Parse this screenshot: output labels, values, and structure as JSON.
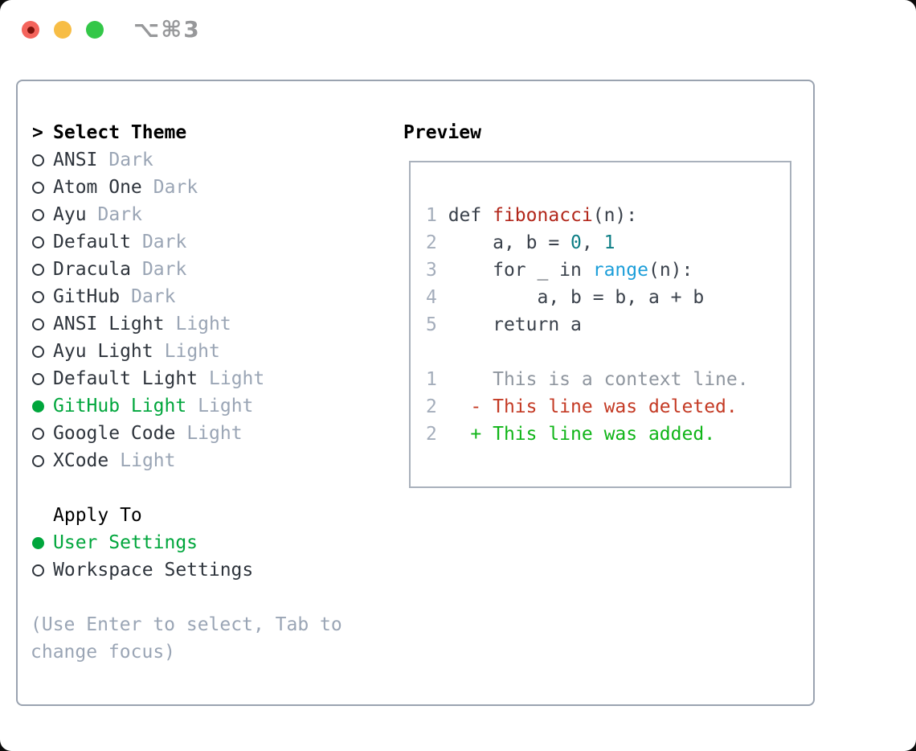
{
  "window": {
    "shortcut_label": "⌥⌘3"
  },
  "theme_panel": {
    "pointer": ">",
    "header": "Select Theme",
    "themes": [
      {
        "name": "ANSI",
        "variant": "Dark",
        "selected": false
      },
      {
        "name": "Atom One",
        "variant": "Dark",
        "selected": false
      },
      {
        "name": "Ayu",
        "variant": "Dark",
        "selected": false
      },
      {
        "name": "Default",
        "variant": "Dark",
        "selected": false
      },
      {
        "name": "Dracula",
        "variant": "Dark",
        "selected": false
      },
      {
        "name": "GitHub",
        "variant": "Dark",
        "selected": false
      },
      {
        "name": "ANSI Light",
        "variant": "Light",
        "selected": false
      },
      {
        "name": "Ayu Light",
        "variant": "Light",
        "selected": false
      },
      {
        "name": "Default Light",
        "variant": "Light",
        "selected": false
      },
      {
        "name": "GitHub Light",
        "variant": "Light",
        "selected": true
      },
      {
        "name": "Google Code",
        "variant": "Light",
        "selected": false
      },
      {
        "name": "XCode",
        "variant": "Light",
        "selected": false
      }
    ],
    "apply_header": "Apply To",
    "apply_options": [
      {
        "name": "User Settings",
        "selected": true
      },
      {
        "name": "Workspace Settings",
        "selected": false
      }
    ],
    "help_text": "(Use Enter to select, Tab to change focus)"
  },
  "preview_panel": {
    "header": "Preview",
    "lines": [
      {
        "num": "1",
        "tokens": [
          {
            "text": " def ",
            "style": "code"
          },
          {
            "text": "fibonacci",
            "style": "func"
          },
          {
            "text": "(n):",
            "style": "code"
          }
        ]
      },
      {
        "num": "2",
        "tokens": [
          {
            "text": "     a, b = ",
            "style": "code"
          },
          {
            "text": "0",
            "style": "num"
          },
          {
            "text": ", ",
            "style": "code"
          },
          {
            "text": "1",
            "style": "num"
          }
        ]
      },
      {
        "num": "3",
        "tokens": [
          {
            "text": "     for _ in ",
            "style": "code"
          },
          {
            "text": "range",
            "style": "builtin"
          },
          {
            "text": "(n):",
            "style": "code"
          }
        ]
      },
      {
        "num": "4",
        "tokens": [
          {
            "text": "         a, b = b, a + b",
            "style": "code"
          }
        ]
      },
      {
        "num": "5",
        "tokens": [
          {
            "text": "     return a",
            "style": "code"
          }
        ]
      },
      {
        "num": "",
        "tokens": []
      },
      {
        "num": "1",
        "tokens": [
          {
            "text": "     This is a context line.",
            "style": "context"
          }
        ]
      },
      {
        "num": "2",
        "tokens": [
          {
            "text": "   - This line was deleted.",
            "style": "deleted"
          }
        ]
      },
      {
        "num": "2",
        "tokens": [
          {
            "text": "   + This line was added.",
            "style": "added"
          }
        ]
      }
    ]
  },
  "colors": {
    "select-green": "#00a63c",
    "added-green": "#10b518",
    "deleted-red": "#c43a24",
    "func-red": "#b2271b",
    "num-teal": "#0d7e85",
    "builtin-blue": "#1c9ed9",
    "ink": "#2e343c",
    "code-ink": "#3a414b",
    "muted": "#9aa5b5",
    "line-number": "#a4adbb",
    "context-gray": "#8f969f",
    "panel-border": "#9aa3b0",
    "preview-border": "#a9b1bc",
    "traffic-red": "#f4645c",
    "traffic-red-dot": "#7d120b",
    "traffic-yellow": "#f7bd45",
    "traffic-green": "#33c748",
    "title-gray": "#97989a"
  }
}
